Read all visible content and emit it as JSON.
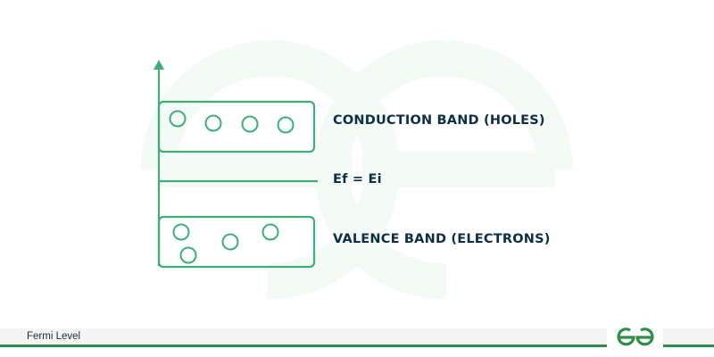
{
  "diagram": {
    "title": "Fermi Level",
    "axis": {
      "direction": "up",
      "color": "#3fae7a"
    },
    "conduction_band": {
      "label": "CONDUCTION BAND (HOLES)",
      "circles": 4
    },
    "fermi_line": {
      "label": "Ef = Ei"
    },
    "valence_band": {
      "label": "VALENCE BAND (ELECTRONS)",
      "circles": 4
    },
    "colors": {
      "stroke": "#3fae7a",
      "text": "#0e2e45",
      "brand": "#2f8d46",
      "watermark": "#f3f9f5"
    }
  },
  "footer": {
    "caption": "Fermi Level",
    "logo": "gfg-logo-icon"
  }
}
